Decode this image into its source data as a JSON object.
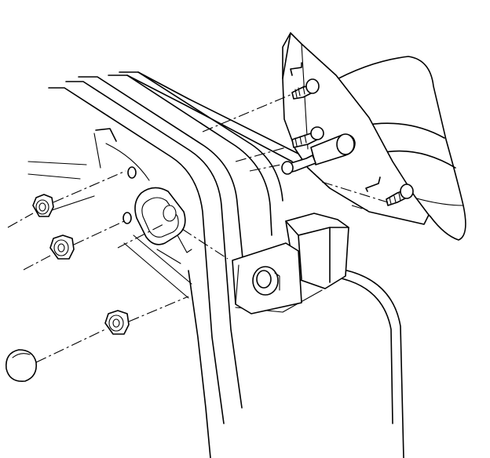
{
  "diagram": {
    "kind": "exploded-view line drawing",
    "stroke_color": "#000000",
    "background_color": "#ffffff",
    "parts": [
      "door-frame",
      "hinge-bracket",
      "side-mirror-housing",
      "mirror-mounting-plate",
      "upper-mounting-screw",
      "lower-mounting-screw",
      "mounting-stud",
      "cylindrical-spacer",
      "hex-flange-nut",
      "cap-nut",
      "locating-pin"
    ]
  }
}
